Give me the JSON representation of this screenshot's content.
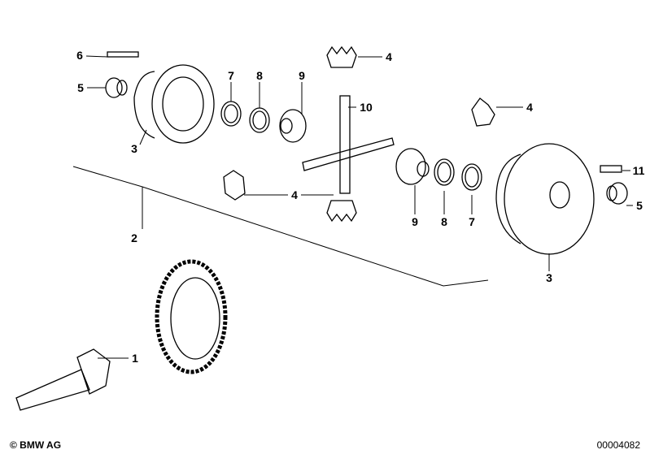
{
  "diagram": {
    "callouts": [
      {
        "id": "c1",
        "text": "6"
      },
      {
        "id": "c2",
        "text": "5"
      },
      {
        "id": "c3",
        "text": "3"
      },
      {
        "id": "c4",
        "text": "7"
      },
      {
        "id": "c5",
        "text": "8"
      },
      {
        "id": "c6",
        "text": "9"
      },
      {
        "id": "c7",
        "text": "4"
      },
      {
        "id": "c8",
        "text": "10"
      },
      {
        "id": "c9",
        "text": "4"
      },
      {
        "id": "c10",
        "text": "11"
      },
      {
        "id": "c11",
        "text": "5"
      },
      {
        "id": "c12",
        "text": "3"
      },
      {
        "id": "c13",
        "text": "9"
      },
      {
        "id": "c14",
        "text": "8"
      },
      {
        "id": "c15",
        "text": "7"
      },
      {
        "id": "c16",
        "text": "4"
      },
      {
        "id": "c17",
        "text": "2"
      },
      {
        "id": "c18",
        "text": "1"
      }
    ]
  },
  "footer": {
    "copyright": "© BMW AG",
    "diagram_number": "00004082"
  }
}
